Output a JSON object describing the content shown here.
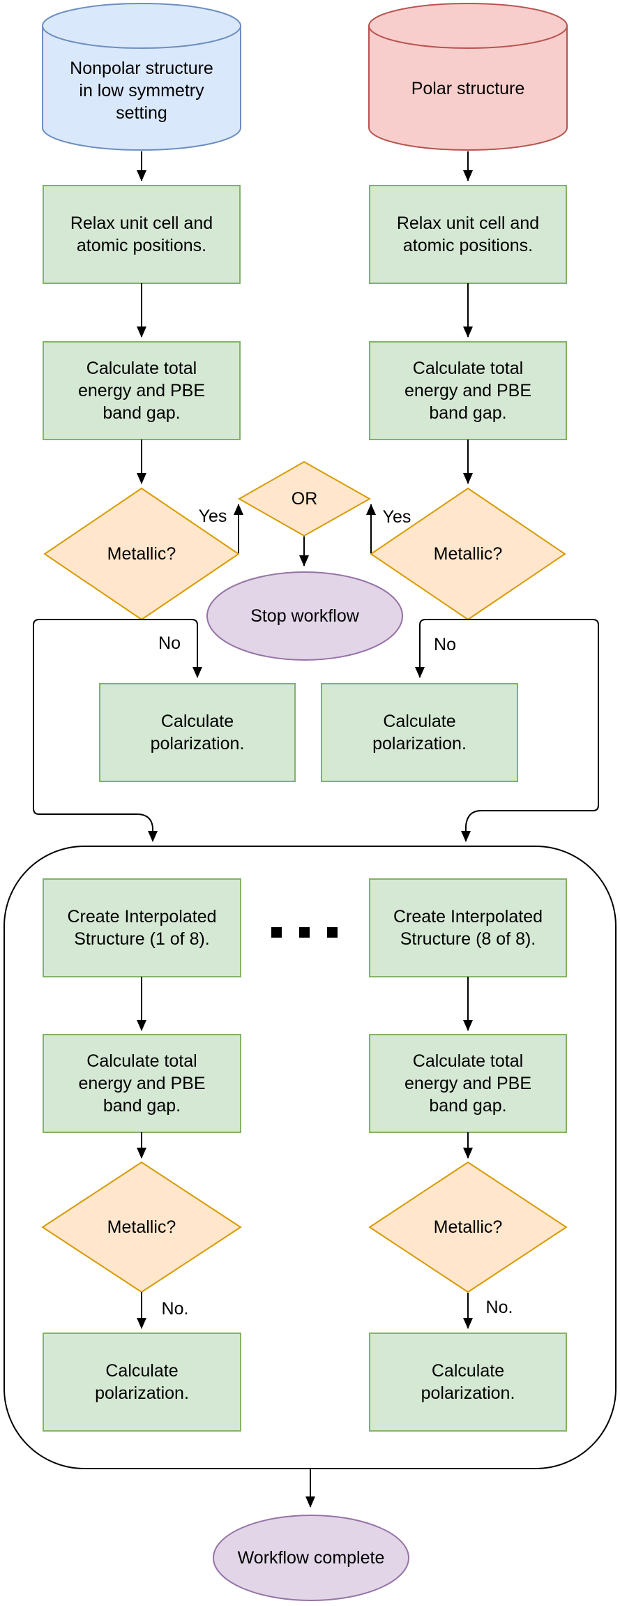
{
  "flowchart": {
    "nodes": {
      "nonpolar_source": "Nonpolar structure\nin low symmetry\nsetting",
      "polar_source": "Polar structure",
      "relax": "Relax unit cell and\natomic positions.",
      "calc_energy": "Calculate total\nenergy and PBE\nband gap.",
      "metallic": "Metallic?",
      "or_gate": "OR",
      "stop_workflow": "Stop workflow",
      "calc_polarization": "Calculate\npolarization.",
      "create_interp_first": "Create Interpolated\nStructure (1 of 8).",
      "create_interp_last": "Create Interpolated\nStructure (8 of 8).",
      "workflow_complete": "Workflow complete"
    },
    "edge_labels": {
      "yes": "Yes",
      "no": "No",
      "no_dot": "No."
    },
    "ellipsis": "...",
    "colors": {
      "nonpolar_fill": "#dae8fc",
      "nonpolar_stroke": "#6c8ebf",
      "polar_fill": "#f8cecc",
      "polar_stroke": "#b85450",
      "process_fill": "#d5e8d4",
      "process_stroke": "#82b366",
      "decision_fill": "#ffe6cc",
      "decision_stroke": "#d79b00",
      "terminal_fill": "#e1d5e7",
      "terminal_stroke": "#9673a6",
      "connector": "#000000",
      "container_stroke": "#000000"
    }
  }
}
